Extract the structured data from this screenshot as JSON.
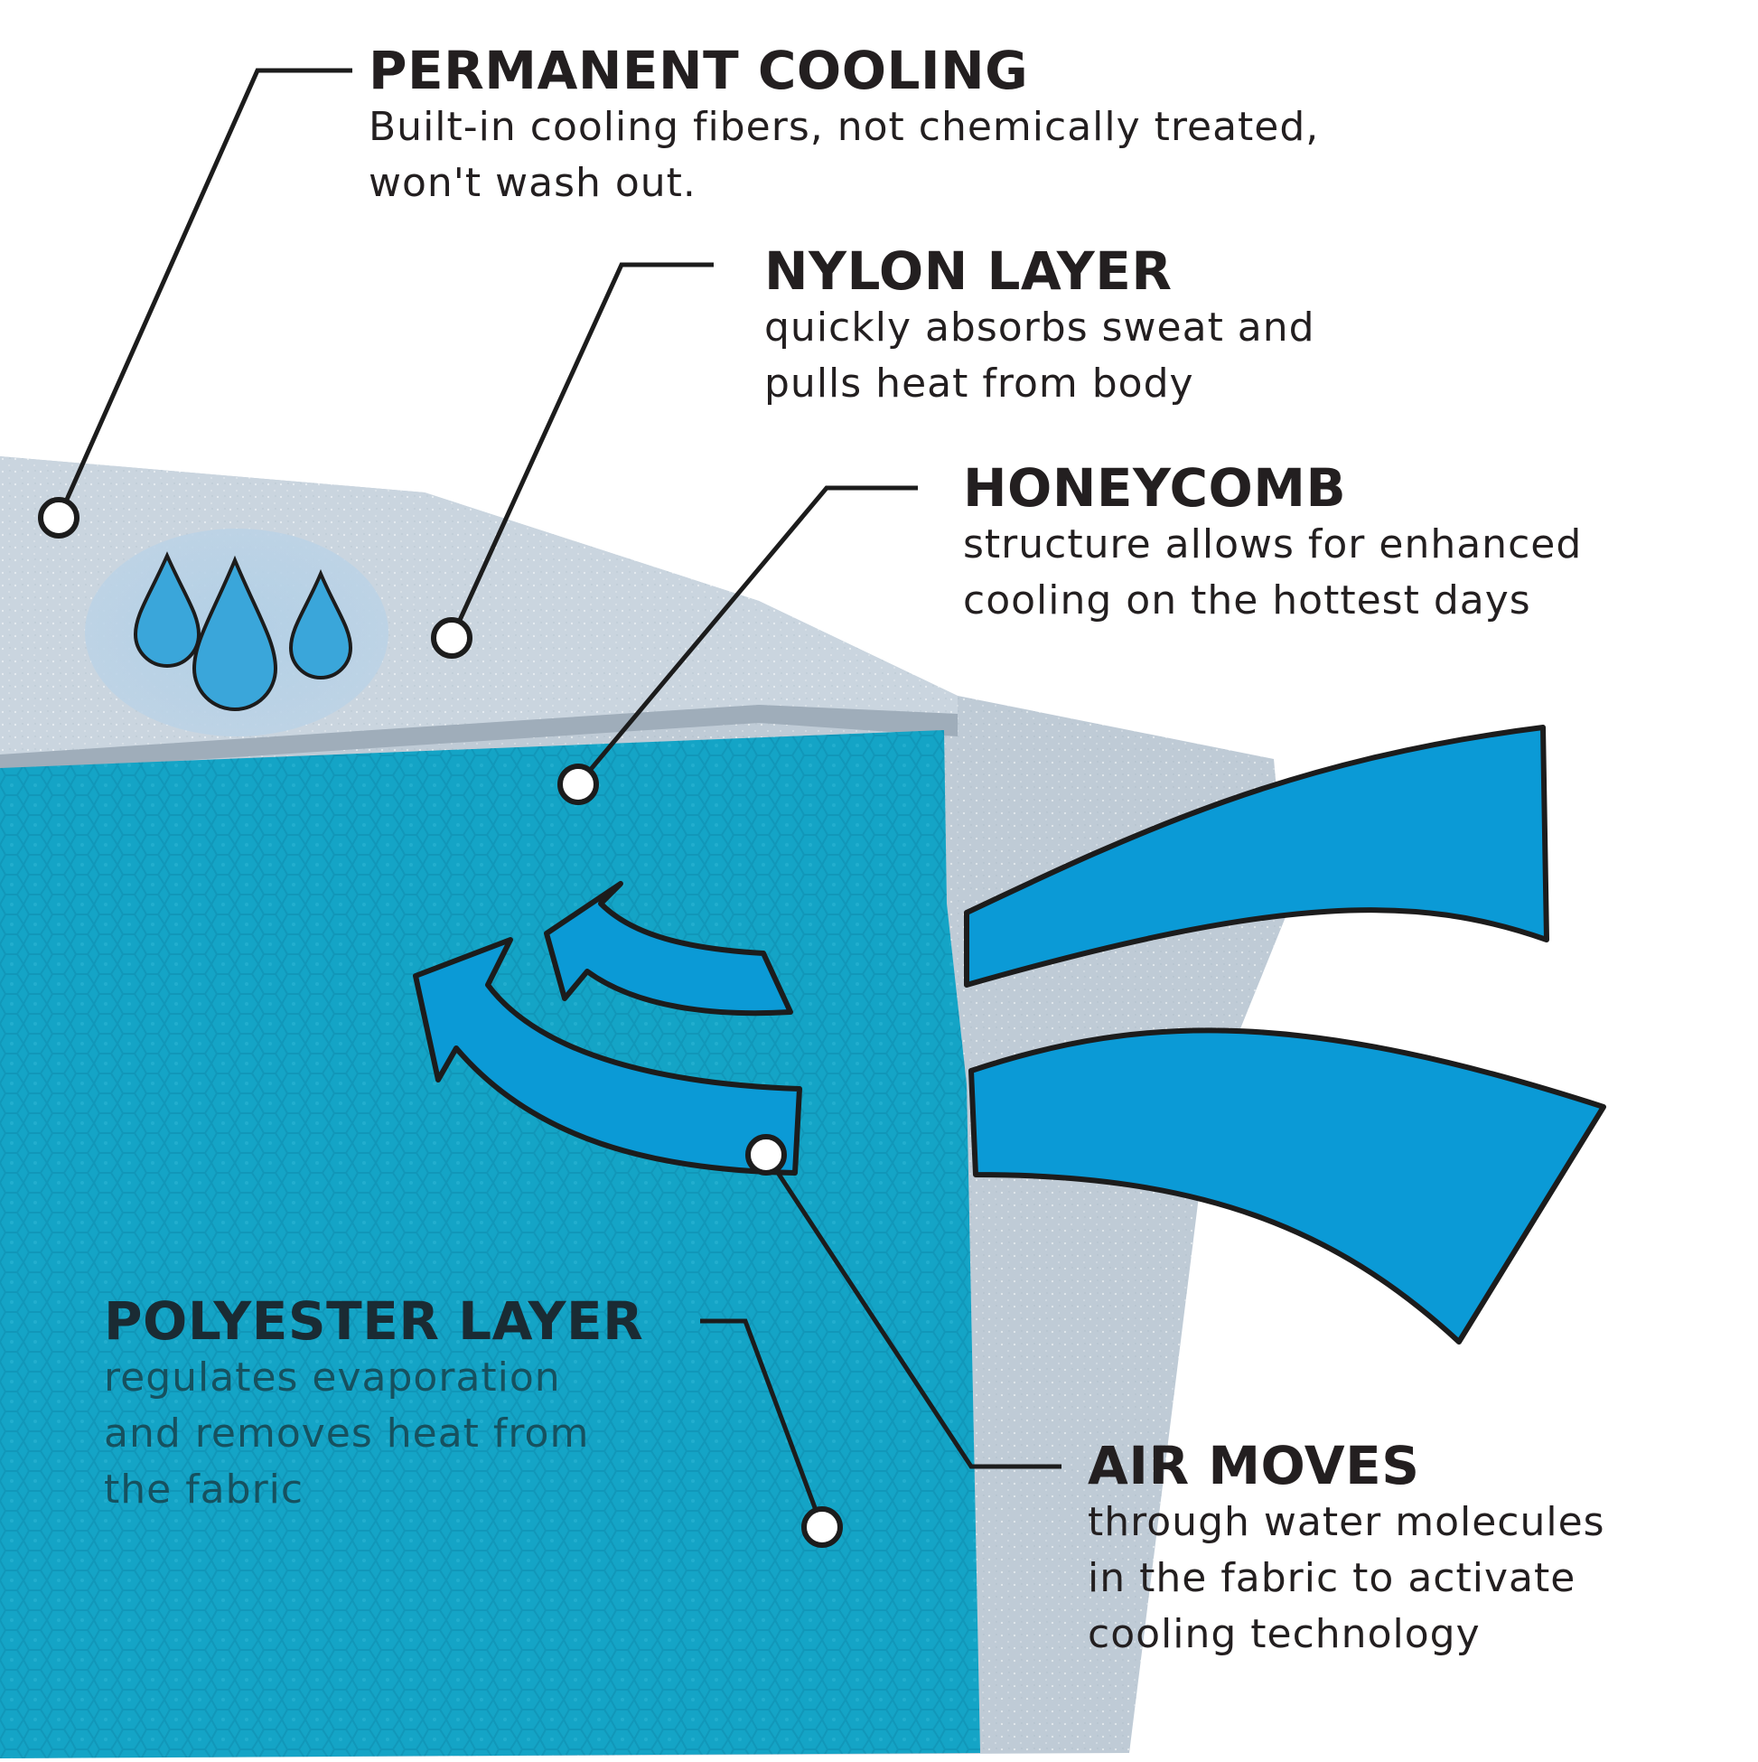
{
  "colors": {
    "background": "#ffffff",
    "outer_fabric": "#c9d5df",
    "outer_fabric_shadow": "#a9b6c2",
    "inner_fabric": "#14a4c6",
    "arrow_fill": "#0b9ad6",
    "outline": "#1c1c1c",
    "text": "#231f20",
    "droplet_fill": "#3aa6da"
  },
  "icons": {
    "droplets": "water-droplets-icon",
    "marker": "callout-dot-icon"
  },
  "labels": {
    "permanent_cooling": {
      "title": "PERMANENT COOLING",
      "desc_line1": "Built-in cooling fibers, not chemically treated,",
      "desc_line2": "won't wash out."
    },
    "nylon_layer": {
      "title": "NYLON LAYER",
      "desc_line1": "quickly absorbs sweat and",
      "desc_line2": "pulls heat from body"
    },
    "honeycomb": {
      "title": "HONEYCOMB",
      "desc_line1": "structure allows for enhanced",
      "desc_line2": "cooling on the hottest days"
    },
    "polyester_layer": {
      "title": "POLYESTER LAYER",
      "desc_line1": "regulates evaporation",
      "desc_line2": "and removes heat from",
      "desc_line3": "the fabric"
    },
    "air_moves": {
      "title": "AIR MOVES",
      "desc_line1": "through water molecules",
      "desc_line2": "in the fabric to activate",
      "desc_line3": "cooling technology"
    }
  }
}
